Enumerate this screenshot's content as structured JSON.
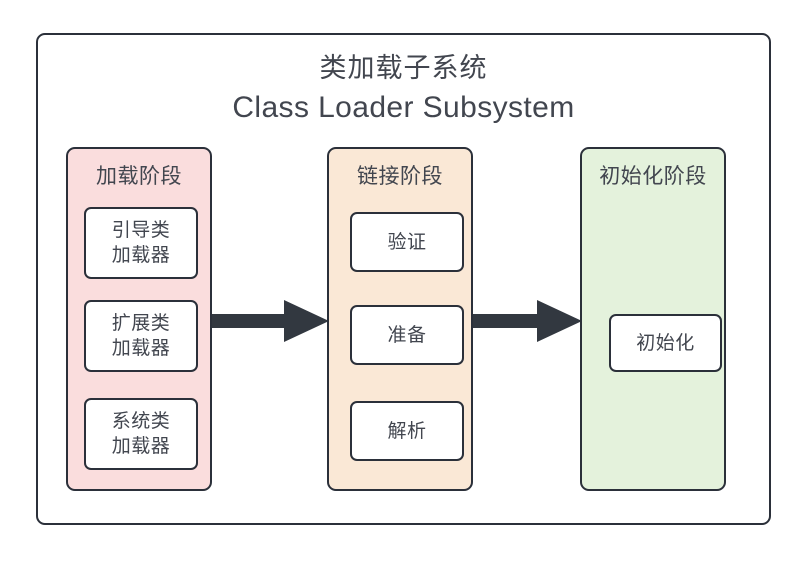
{
  "diagram": {
    "title_zh": "类加载子系统",
    "title_en": "Class Loader Subsystem",
    "colors": {
      "outline": "#2b303a",
      "text": "#42464f",
      "load_phase_fill": "#fadddd",
      "link_phase_fill": "#fae8d6",
      "init_phase_fill": "#e4f2dc",
      "inner_box_fill": "#ffffff",
      "arrow": "#323840",
      "background": "#ffffff"
    },
    "phases": [
      {
        "id": "load",
        "title": "加载阶段",
        "boxes": [
          {
            "id": "bootstrap",
            "line1": "引导类",
            "line2": "加载器"
          },
          {
            "id": "extension",
            "line1": "扩展类",
            "line2": "加载器"
          },
          {
            "id": "system",
            "line1": "系统类",
            "line2": "加载器"
          }
        ]
      },
      {
        "id": "link",
        "title": "链接阶段",
        "boxes": [
          {
            "id": "verify",
            "line1": "验证",
            "line2": ""
          },
          {
            "id": "prepare",
            "line1": "准备",
            "line2": ""
          },
          {
            "id": "resolve",
            "line1": "解析",
            "line2": ""
          }
        ]
      },
      {
        "id": "init",
        "title": "初始化阶段",
        "boxes": [
          {
            "id": "initialize",
            "line1": "初始化",
            "line2": ""
          }
        ]
      }
    ],
    "arrows": [
      {
        "id": "load-to-link",
        "from": "load",
        "to": "link",
        "direction": "right"
      },
      {
        "id": "link-to-init",
        "from": "link",
        "to": "init",
        "direction": "right"
      }
    ]
  }
}
